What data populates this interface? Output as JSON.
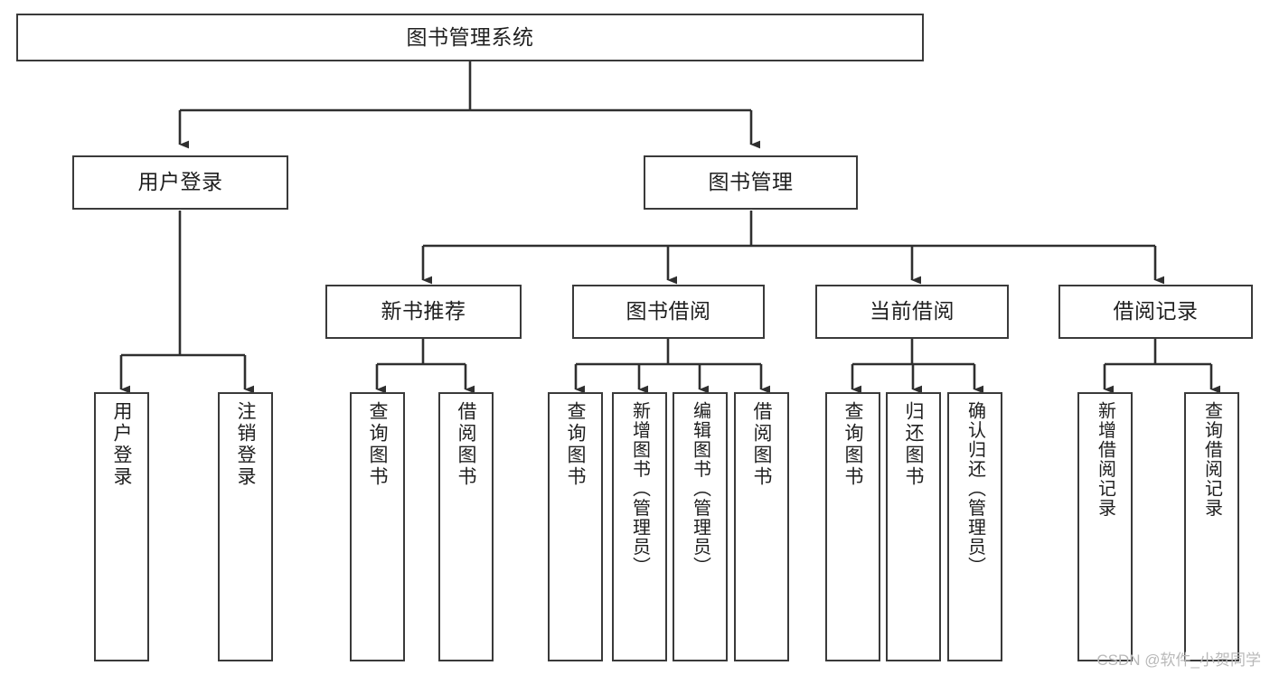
{
  "diagram": {
    "kind": "tree-hierarchy-chart",
    "title": "图书管理系统",
    "watermark": "CSDN @软件_小贺同学",
    "colors": {
      "box_border": "#3a3a3a",
      "box_fill": "#ffffff",
      "connector": "#2f2f2f",
      "text": "#1f1f1f",
      "watermark": "#b9b9b9",
      "background": "#ffffff"
    },
    "root": {
      "label": "图书管理系统"
    },
    "level2": [
      {
        "label": "用户登录"
      },
      {
        "label": "图书管理"
      }
    ],
    "level3": [
      {
        "label": "新书推荐"
      },
      {
        "label": "图书借阅"
      },
      {
        "label": "当前借阅"
      },
      {
        "label": "借阅记录"
      }
    ],
    "leaves": {
      "user_login": [
        {
          "label": "用户登录"
        },
        {
          "label": "注销登录"
        }
      ],
      "new_book_recommend": [
        {
          "label": "查询图书"
        },
        {
          "label": "借阅图书"
        }
      ],
      "book_borrow": [
        {
          "label": "查询图书"
        },
        {
          "label": "新增图书（管理员）"
        },
        {
          "label": "编辑图书（管理员）"
        },
        {
          "label": "借阅图书"
        }
      ],
      "current_borrow": [
        {
          "label": "查询图书"
        },
        {
          "label": "归还图书"
        },
        {
          "label": "确认归还（管理员）"
        }
      ],
      "borrow_record": [
        {
          "label": "新增借阅记录"
        },
        {
          "label": "查询借阅记录"
        }
      ]
    }
  }
}
